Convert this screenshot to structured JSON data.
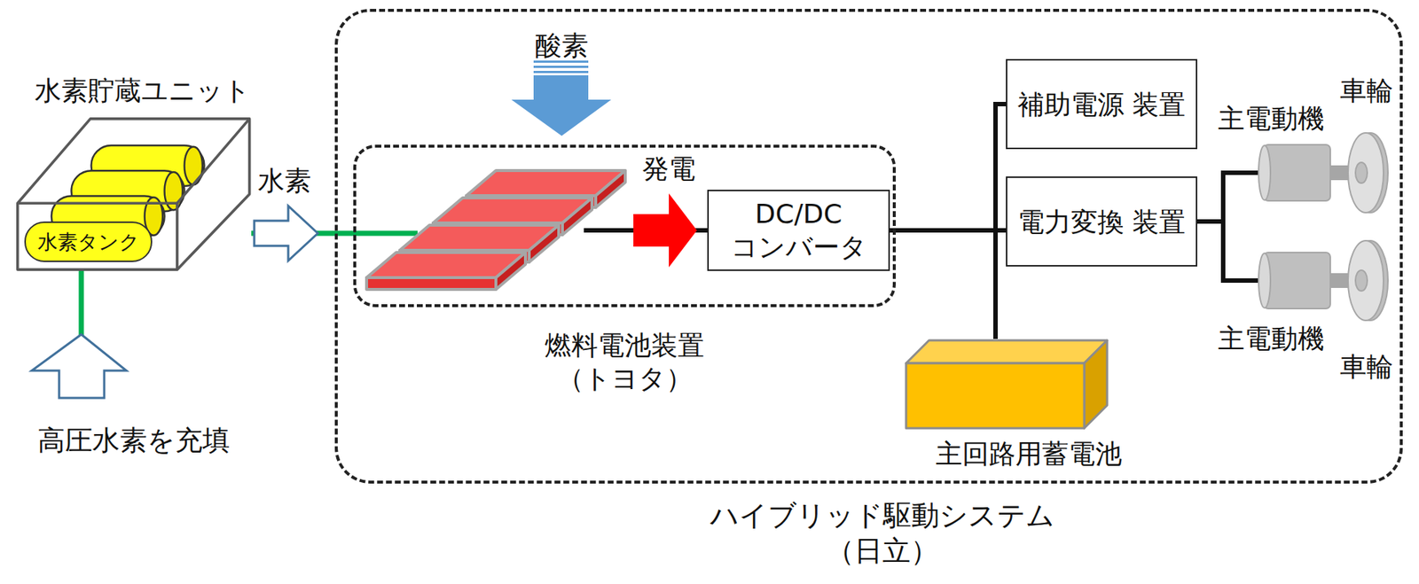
{
  "diagram": {
    "nodes": [
      {
        "text": [
          "水素貯蔵ユニット"
        ]
      },
      {
        "text": [
          "水素タンク"
        ],
        "in": 0
      },
      {
        "text": [
          "ハイブリッド駆動システム （日立）"
        ]
      },
      {
        "text": [
          "燃料電池装置 （トヨタ）"
        ],
        "in": 2
      },
      {
        "text": [
          "DC/DC コンバータ"
        ],
        "in": 3
      },
      {
        "text": [
          "補助電源 装置"
        ],
        "in": 2
      },
      {
        "text": [
          "電力変換 装置"
        ],
        "in": 2
      },
      {
        "text": [
          "主回路用蓄電池"
        ],
        "in": 2
      },
      {
        "text": [
          "主電動機"
        ],
        "in": 2
      },
      {
        "text": [
          "主電動機"
        ],
        "in": 2
      }
    ],
    "edges": [
      {
        "from": 0,
        "to": 3,
        "arrow": "to",
        "label": "水素"
      },
      {
        "from": 4,
        "to": 5,
        "arrow": "none"
      },
      {
        "from": 4,
        "to": 6,
        "arrow": "none"
      },
      {
        "from": 4,
        "to": 7,
        "arrow": "none"
      },
      {
        "from": 6,
        "to": 8,
        "arrow": "none"
      },
      {
        "from": 6,
        "to": 9,
        "arrow": "none"
      }
    ],
    "labels": [
      "酸素",
      "発電",
      "高圧水素を充填",
      "車輪",
      "車輪"
    ]
  }
}
